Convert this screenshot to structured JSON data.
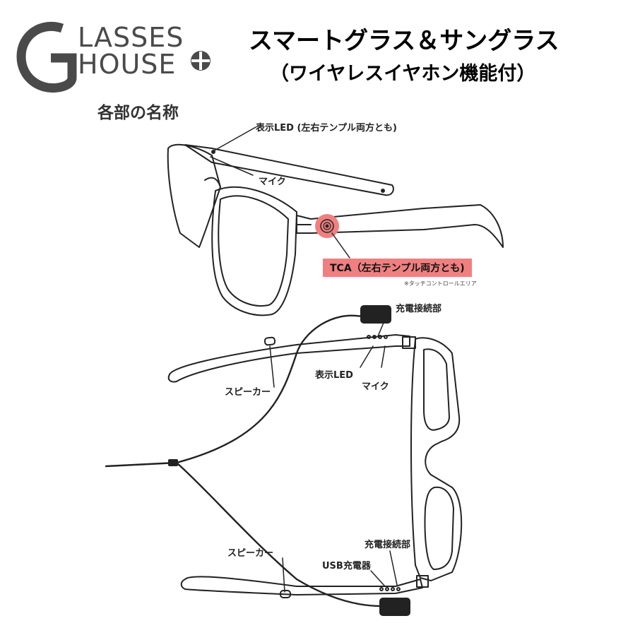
{
  "logo": {
    "line1": "LASSES",
    "line2": "HOUSE",
    "icon": "crosshair-circle-icon"
  },
  "title": {
    "main": "スマートグラス＆サングラス",
    "sub": "（ワイヤレスイヤホン機能付）"
  },
  "section_heading": "各部の名称",
  "labels": {
    "led_top": "表示LED (左右テンプル両方とも)",
    "mic_top": "マイク",
    "tca": "TCA（左右テンプル両方とも)",
    "tca_note": "※タッチコントロールエリア",
    "charge_connector_top": "充電接続部",
    "led_mid": "表示LED",
    "mic_mid": "マイク",
    "speaker_top": "スピーカー",
    "speaker_bottom": "スピーカー",
    "charge_connector_bottom": "充電接続部",
    "usb_charger": "USB充電器"
  },
  "colors": {
    "tca_highlight": "#f08080",
    "logo_gray": "#4a4a4a"
  }
}
